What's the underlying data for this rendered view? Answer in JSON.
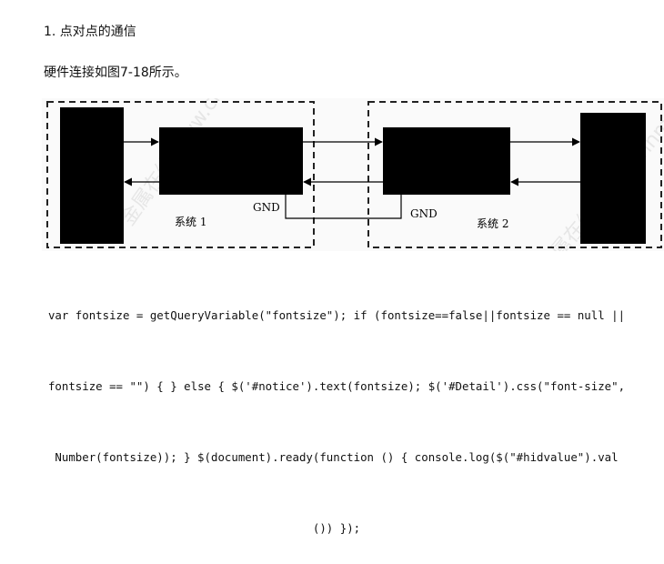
{
  "section": {
    "heading": "1. 点对点的通信",
    "intro": "硬件连接如图7-18所示。"
  },
  "figure": {
    "gnd_left": "GND",
    "gnd_right": "GND",
    "system1_label": "系统 1",
    "system2_label": "系统 2",
    "watermark": "金属在线 www.cnnm"
  },
  "code_lines": [
    "var fontsize = getQueryVariable(\"fontsize\"); if (fontsize==false||fontsize == null ||",
    "fontsize == \"\") { } else { $('#notice').text(fontsize); $('#Detail').css(\"font-size\",",
    "Number(fontsize)); } $(document).ready(function () { console.log($(\"#hidvalue\").val",
    "()) });"
  ]
}
